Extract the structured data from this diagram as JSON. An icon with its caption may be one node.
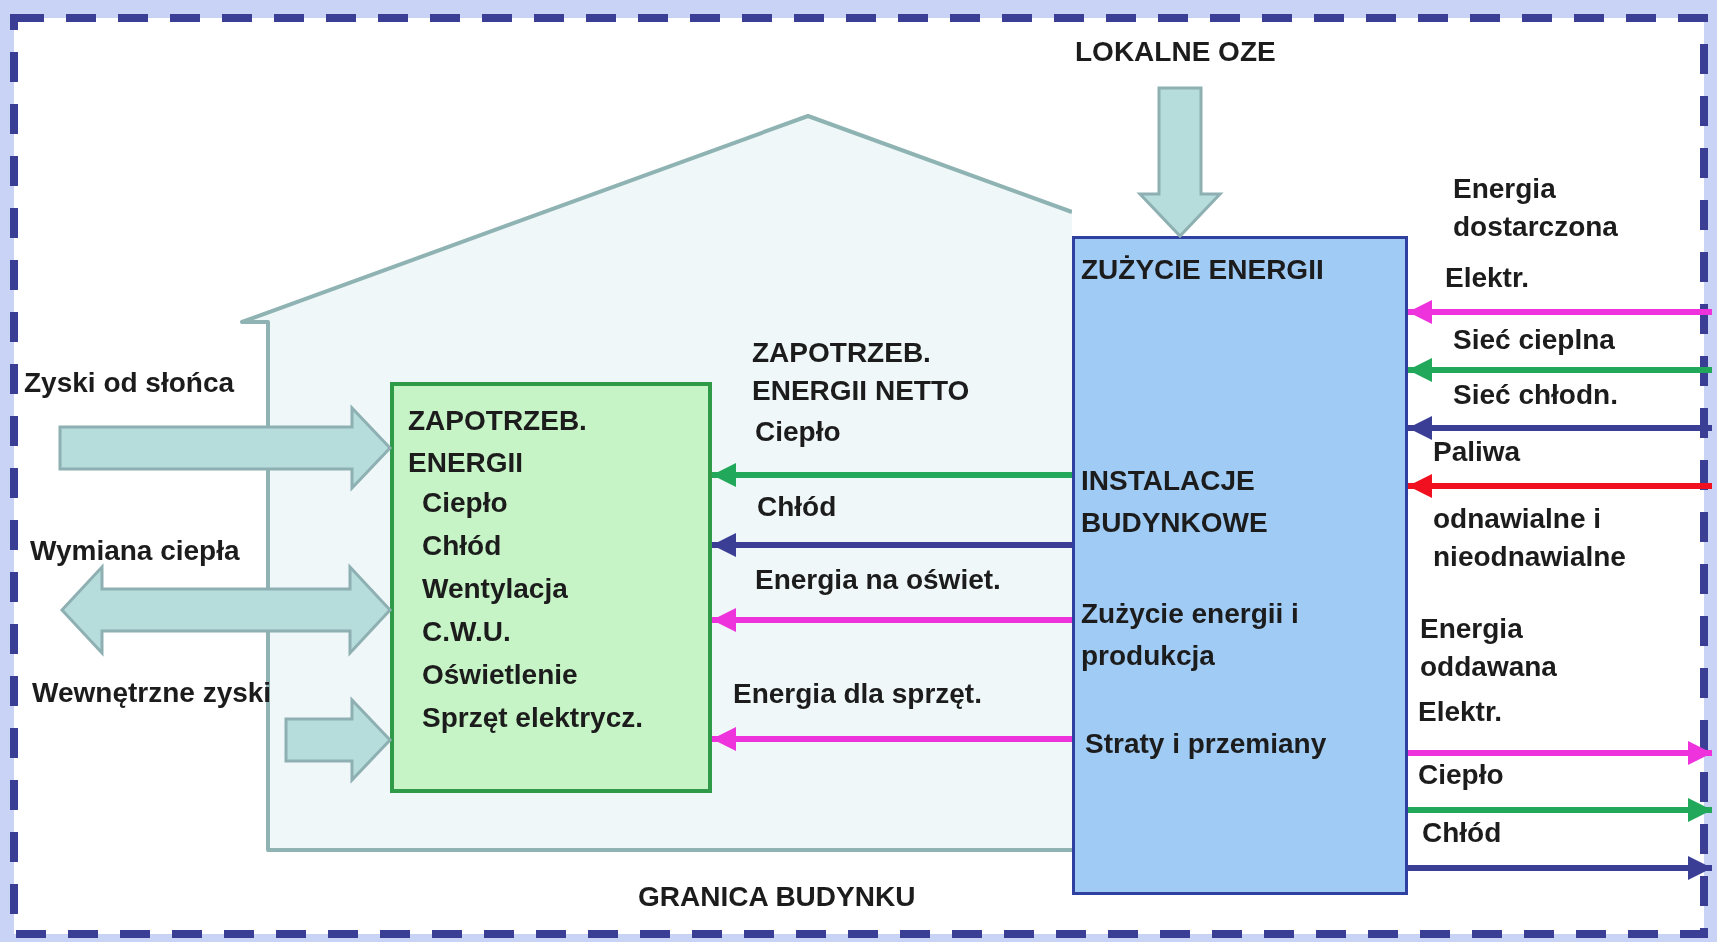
{
  "diagram": {
    "nodes": [
      {
        "text": [],
        "shape": "house"
      },
      {
        "text": [
          "ZAPOTRZEB. ENERGII",
          "Ciepło",
          "Chłód",
          "Wentylacja",
          "C.W.U.",
          "Oświetlenie",
          "Sprzęt elektrycz."
        ],
        "in": 0
      },
      {
        "text": [
          "ZUŻYCIE ENERGII",
          "INSTALACJE BUDYNKOWE",
          "Zużycie energii i produkcja",
          "Straty i przemiany"
        ]
      }
    ],
    "edges": [
      {
        "from": null,
        "to": 2,
        "arrow": "to",
        "label": "LOKALNE OZE",
        "style": "thick",
        "color": "#b7dcdc"
      },
      {
        "from": null,
        "to": 1,
        "arrow": "to",
        "label": "Zyski od słońca",
        "style": "thick",
        "color": "#b7dcdc"
      },
      {
        "from": null,
        "to": 1,
        "arrow": "both",
        "label": "Wymiana ciepła",
        "style": "thick",
        "color": "#b7dcdc"
      },
      {
        "from": null,
        "to": 1,
        "arrow": "to",
        "label": "Wewnętrzne zyski",
        "style": "thick",
        "color": "#b7dcdc"
      },
      {
        "from": 2,
        "to": 1,
        "arrow": "to",
        "label": "Ciepło",
        "color": "#22a85a"
      },
      {
        "from": 2,
        "to": 1,
        "arrow": "to",
        "label": "Chłód",
        "color": "#3a3f95"
      },
      {
        "from": 2,
        "to": 1,
        "arrow": "to",
        "label": "Energia na oświet.",
        "color": "#ee33dd"
      },
      {
        "from": 2,
        "to": 1,
        "arrow": "to",
        "label": "Energia dla sprzęt.",
        "color": "#ee33dd"
      },
      {
        "from": null,
        "to": 2,
        "arrow": "to",
        "label": "Elektr.",
        "color": "#ee33dd"
      },
      {
        "from": null,
        "to": 2,
        "arrow": "to",
        "label": "Sieć cieplna",
        "color": "#22a85a"
      },
      {
        "from": null,
        "to": 2,
        "arrow": "to",
        "label": "Sieć chłodn.",
        "color": "#3a3f95"
      },
      {
        "from": null,
        "to": 2,
        "arrow": "to",
        "label": "Paliwa",
        "color": "#f01020"
      },
      {
        "from": 2,
        "to": null,
        "arrow": "to",
        "label": "Elektr.",
        "color": "#ee33dd"
      },
      {
        "from": 2,
        "to": null,
        "arrow": "to",
        "label": "Ciepło",
        "color": "#22a85a"
      },
      {
        "from": 2,
        "to": null,
        "arrow": "to",
        "label": "Chłód",
        "color": "#3a3f95"
      }
    ],
    "labels": [
      "Energia dostarczona",
      "ZAPOTRZEB. ENERGII NETTO",
      "odnawialne i nieodnawialne",
      "Energia oddawana",
      "GRANICA BUDYNKU"
    ]
  }
}
